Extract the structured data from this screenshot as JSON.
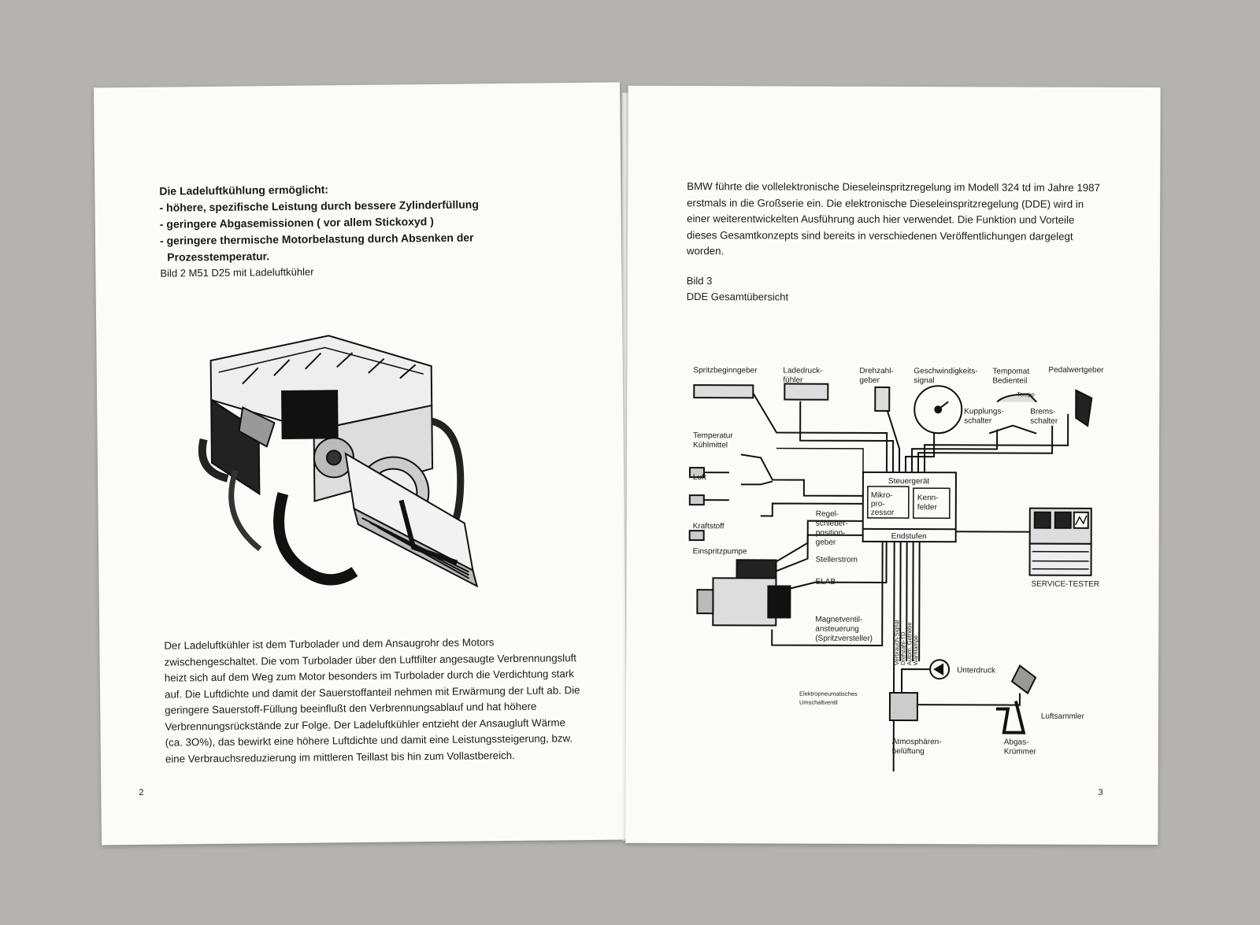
{
  "left_page": {
    "heading": "Die Ladeluftkühlung ermöglicht:",
    "bullets": [
      "- höhere, spezifische Leistung durch bessere Zylinderfüllung",
      "- geringere Abgasemissionen ( vor allem Stickoxyd )",
      "- geringere thermische Motorbelastung durch Absenken der"
    ],
    "bullet_continuation": "Prozesstemperatur.",
    "figure_caption": "Bild 2 M51 D25 mit Ladeluftkühler",
    "body_lines": [
      "Der Ladeluftkühler ist dem Turbolader und dem Ansaugrohr des Motors",
      "zwischengeschaltet. Die vom Turbolader über den Luftfilter angesaugte Verbrennungsluft",
      "heizt sich auf dem Weg zum Motor besonders im Turbolader durch die Verdichtung stark",
      "auf. Die Luftdichte und damit der Sauerstoffanteil nehmen mit Erwärmung der Luft ab. Die",
      "geringere Sauerstoff-Füllung beeinflußt den Verbrennungsablauf und hat höhere",
      "Verbrennungsrückstände zur Folge. Der Ladeluftkühler entzieht der Ansaugluft Wärme",
      "(ca. 3O%), das bewirkt eine höhere Luftdichte und damit eine Leistungssteigerung, bzw.",
      "eine Verbrauchsreduzierung im mittleren Teillast bis hin zum Vollastbereich."
    ],
    "page_number": "2"
  },
  "right_page": {
    "intro_lines": [
      "BMW führte die vollelektronische Dieseleinspritzregelung im Modell 324 td im Jahre 1987",
      "erstmals in die Großserie ein. Die elektronische Dieseleinspritzregelung (DDE) wird in",
      "einer weiterentwickelten Ausführung auch hier verwendet. Die Funktion und Vorteile",
      "dieses Gesamtkonzepts sind bereits in verschiedenen Veröffentlichungen dargelegt",
      "worden."
    ],
    "figure_number": "Bild 3",
    "figure_title": "DDE Gesamtübersicht",
    "page_number": "3",
    "diagram": {
      "spritzbeginn": "Spritzbeginngeber",
      "ladedruck_1": "Ladedruck-",
      "ladedruck_2": "fühler",
      "drehzahl_1": "Drehzahl-",
      "drehzahl_2": "geber",
      "geschw_1": "Geschwindigkeits-",
      "geschw_2": "signal",
      "tempomat_1": "Tempomat",
      "tempomat_2": "Bedienteil",
      "tempo_button": "Tempo",
      "pedalwert": "Pedalwertgeber",
      "kupplung_1": "Kupplungs-",
      "kupplung_2": "schalter",
      "brems_1": "Brems-",
      "brems_2": "schalter",
      "temperatur_1": "Temperatur",
      "temperatur_2": "Kühlmittel",
      "luft": "Luft",
      "kraftstoff": "Kraftstoff",
      "einspritzpumpe": "Einspritzpumpe",
      "regel_1": "Regel-",
      "regel_2": "schieber-",
      "regel_3": "position-",
      "regel_4": "geber",
      "stellerstrom": "Stellerstrom",
      "elab": "ELAB",
      "steuergeraet": "Steuergerät",
      "mikro_1": "Mikro-",
      "mikro_2": "pro-",
      "mikro_3": "zessor",
      "kenn_1": "Kenn-",
      "kenn_2": "felder",
      "endstufen": "Endstufen",
      "service_tester": "SERVICE-TESTER",
      "magnet_1": "Magnetventil-",
      "magnet_2": "ansteuerung",
      "magnet_3": "(Spritzversteller)",
      "out_1": "Verbrauch-Signal",
      "out_2": "Drehzahl-TD",
      "out_3": "Autom. Getriebe",
      "out_4": "Warnlampe",
      "unterdruck": "Unterdruck",
      "elektro_1": "Elektropneumatisches",
      "elektro_2": "Umschaltventil",
      "atmos_1": "Atmosphären-",
      "atmos_2": "belüftung",
      "luftsammler": "Luftsammler",
      "abgas_1": "Abgas-",
      "abgas_2": "Krümmer"
    }
  }
}
